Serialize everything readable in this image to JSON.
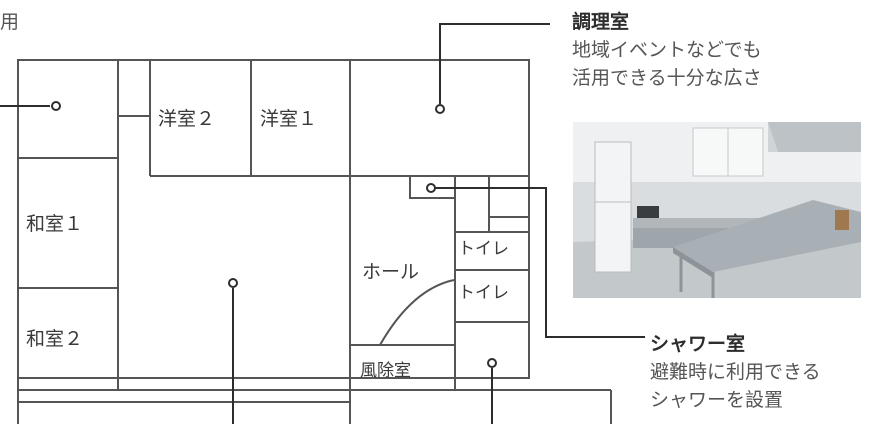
{
  "floor_plan": {
    "rooms": {
      "western_room_2": "洋室２",
      "western_room_1": "洋室１",
      "japanese_room_1": "和室１",
      "japanese_room_2": "和室２",
      "hall": "ホール",
      "toilet_upper": "トイレ",
      "toilet_lower": "トイレ",
      "windbreak_room": "風除室"
    },
    "corner_text": "用"
  },
  "callouts": {
    "kitchen": {
      "title": "調理室",
      "desc_line1": "地域イベントなどでも",
      "desc_line2": "活用できる十分な広さ"
    },
    "shower": {
      "title": "シャワー室",
      "desc_line1": "避難時に利用できる",
      "desc_line2": "シャワーを設置"
    }
  },
  "colors": {
    "wall": "#555555",
    "text": "#3a3a3a",
    "callout_line": "#2d2d2d"
  }
}
